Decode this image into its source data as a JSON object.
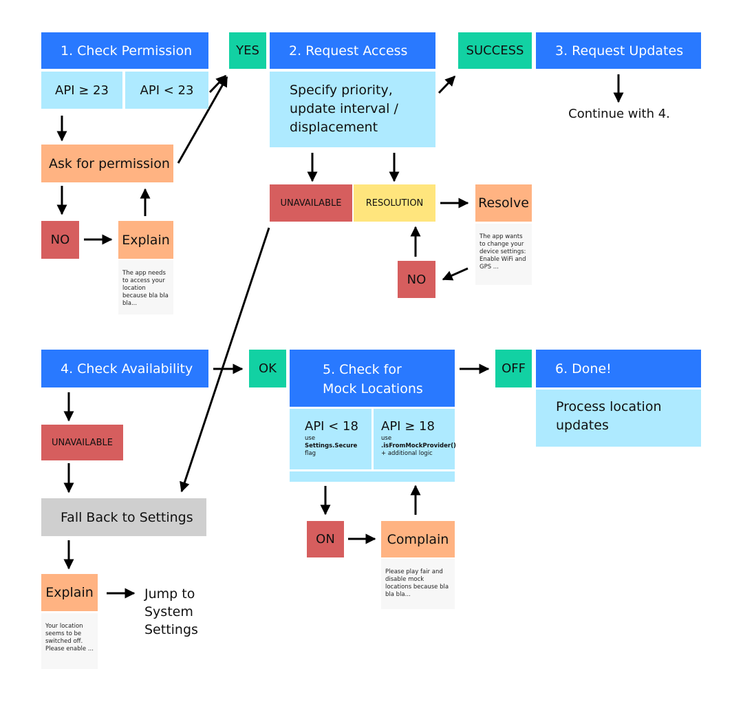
{
  "step1": {
    "title": "1. Check Permission",
    "api_ge": "API ≥ 23",
    "api_lt": "API < 23",
    "ask": "Ask for permission",
    "no": "NO",
    "explain": "Explain",
    "note": "The app needs to access your location because bla bla bla..."
  },
  "yes": "YES",
  "step2": {
    "title": "2. Request Access",
    "body": "Specify priority, update interval / displacement",
    "unavailable": "UNAVAILABLE",
    "resolution": "RESOLUTION",
    "resolve": "Resolve",
    "resolve_note": "The app wants to change your device settings: Enable WiFi and GPS ...",
    "no": "NO"
  },
  "success": "SUCCESS",
  "step3": {
    "title": "3. Request Updates",
    "continue": "Continue with 4."
  },
  "step4": {
    "title": "4. Check Availability",
    "unavailable": "UNAVAILABLE",
    "fallback": "Fall Back to Settings",
    "explain": "Explain",
    "note": "Your location seems to be switched off. Please enable ...",
    "jump": "Jump to System Settings"
  },
  "ok": "OK",
  "step5": {
    "title": "5. Check for Mock Locations",
    "lt_title": "API < 18",
    "lt_use": "use",
    "lt_bold": "Settings.Secure",
    "lt_rest": "flag",
    "ge_title": "API ≥ 18",
    "ge_use": "use",
    "ge_bold": ".isFromMockProvider()",
    "ge_rest": "+ additional logic",
    "on": "ON",
    "complain": "Complain",
    "complain_note": "Please play fair and disable mock locations because bla bla bla..."
  },
  "off": "OFF",
  "step6": {
    "title": "6. Done!",
    "body": "Process location updates"
  }
}
